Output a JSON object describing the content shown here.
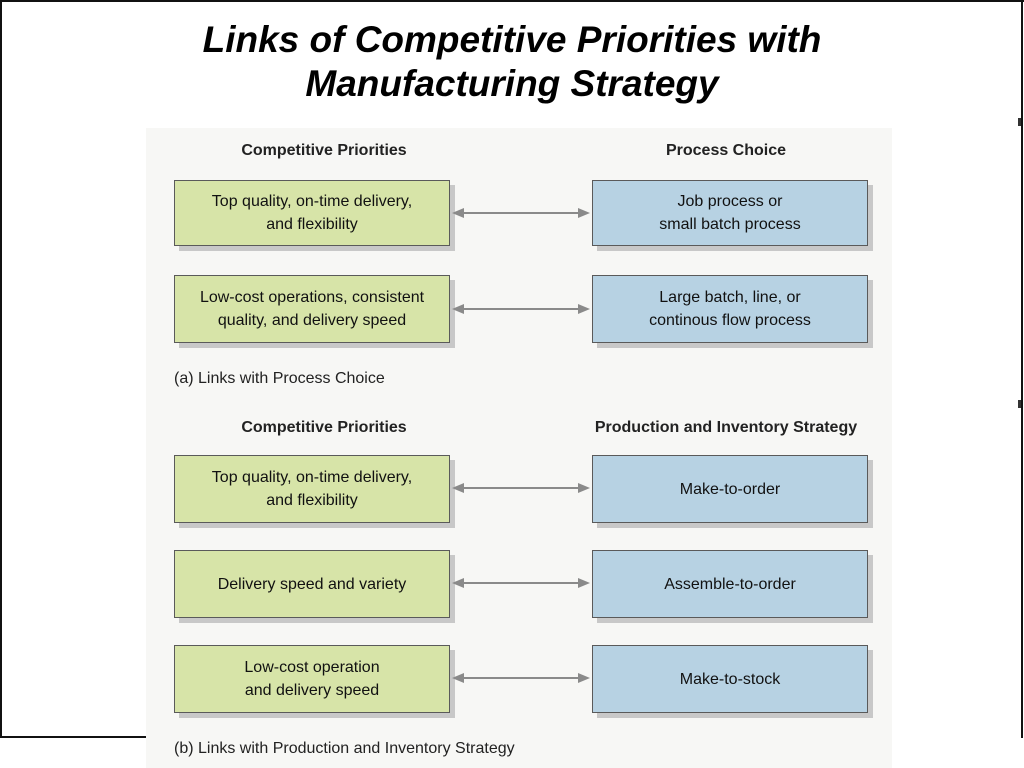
{
  "title": {
    "line1": "Links of Competitive Priorities with",
    "line2": "Manufacturing Strategy"
  },
  "section_a": {
    "left_heading": "Competitive Priorities",
    "right_heading": "Process Choice",
    "rows": [
      {
        "priority": "Top quality, on-time delivery,\nand flexibility",
        "choice": "Job process or\nsmall batch process"
      },
      {
        "priority": "Low-cost operations, consistent\nquality, and delivery speed",
        "choice": "Large batch, line, or\ncontinous flow process"
      }
    ],
    "caption": "(a) Links with Process Choice"
  },
  "section_b": {
    "left_heading": "Competitive Priorities",
    "right_heading": "Production and Inventory Strategy",
    "rows": [
      {
        "priority": "Top quality, on-time delivery,\nand flexibility",
        "choice": "Make-to-order"
      },
      {
        "priority": "Delivery speed and variety",
        "choice": "Assemble-to-order"
      },
      {
        "priority": "Low-cost operation\nand delivery speed",
        "choice": "Make-to-stock"
      }
    ],
    "caption": "(b) Links with Production and Inventory Strategy"
  },
  "colors": {
    "priority_box": "#d7e4a8",
    "choice_box": "#b7d2e3",
    "arrow": "#8a8a8a"
  },
  "icons": {
    "connector": "double-headed-arrow"
  }
}
